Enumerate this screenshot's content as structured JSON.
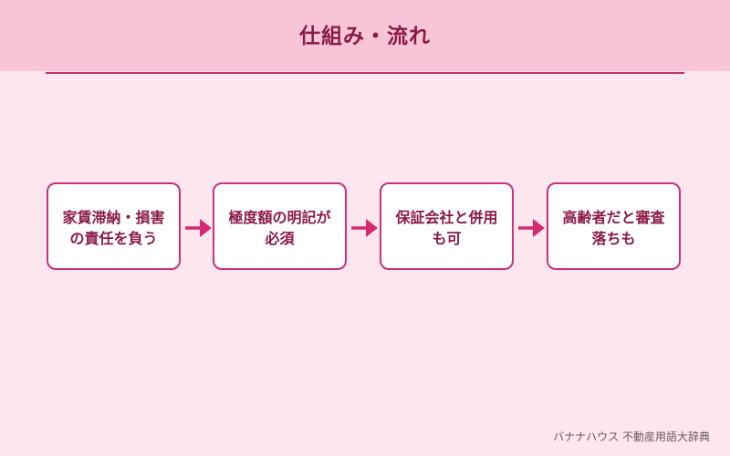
{
  "header": {
    "title": "仕組み・流れ"
  },
  "flow": {
    "steps": [
      {
        "label": "家賃滞納・損害の責任を負う"
      },
      {
        "label": "極度額の明記が必須"
      },
      {
        "label": "保証会社と併用も可"
      },
      {
        "label": "高齢者だと審査落ちも"
      }
    ],
    "arrow_icon": "arrow-right-icon"
  },
  "footer": {
    "credit": "バナナハウス 不動産用語大辞典"
  },
  "colors": {
    "background": "#fde6ee",
    "header_band": "#f8c5d8",
    "accent": "#c9317a",
    "text": "#8a1a48"
  }
}
